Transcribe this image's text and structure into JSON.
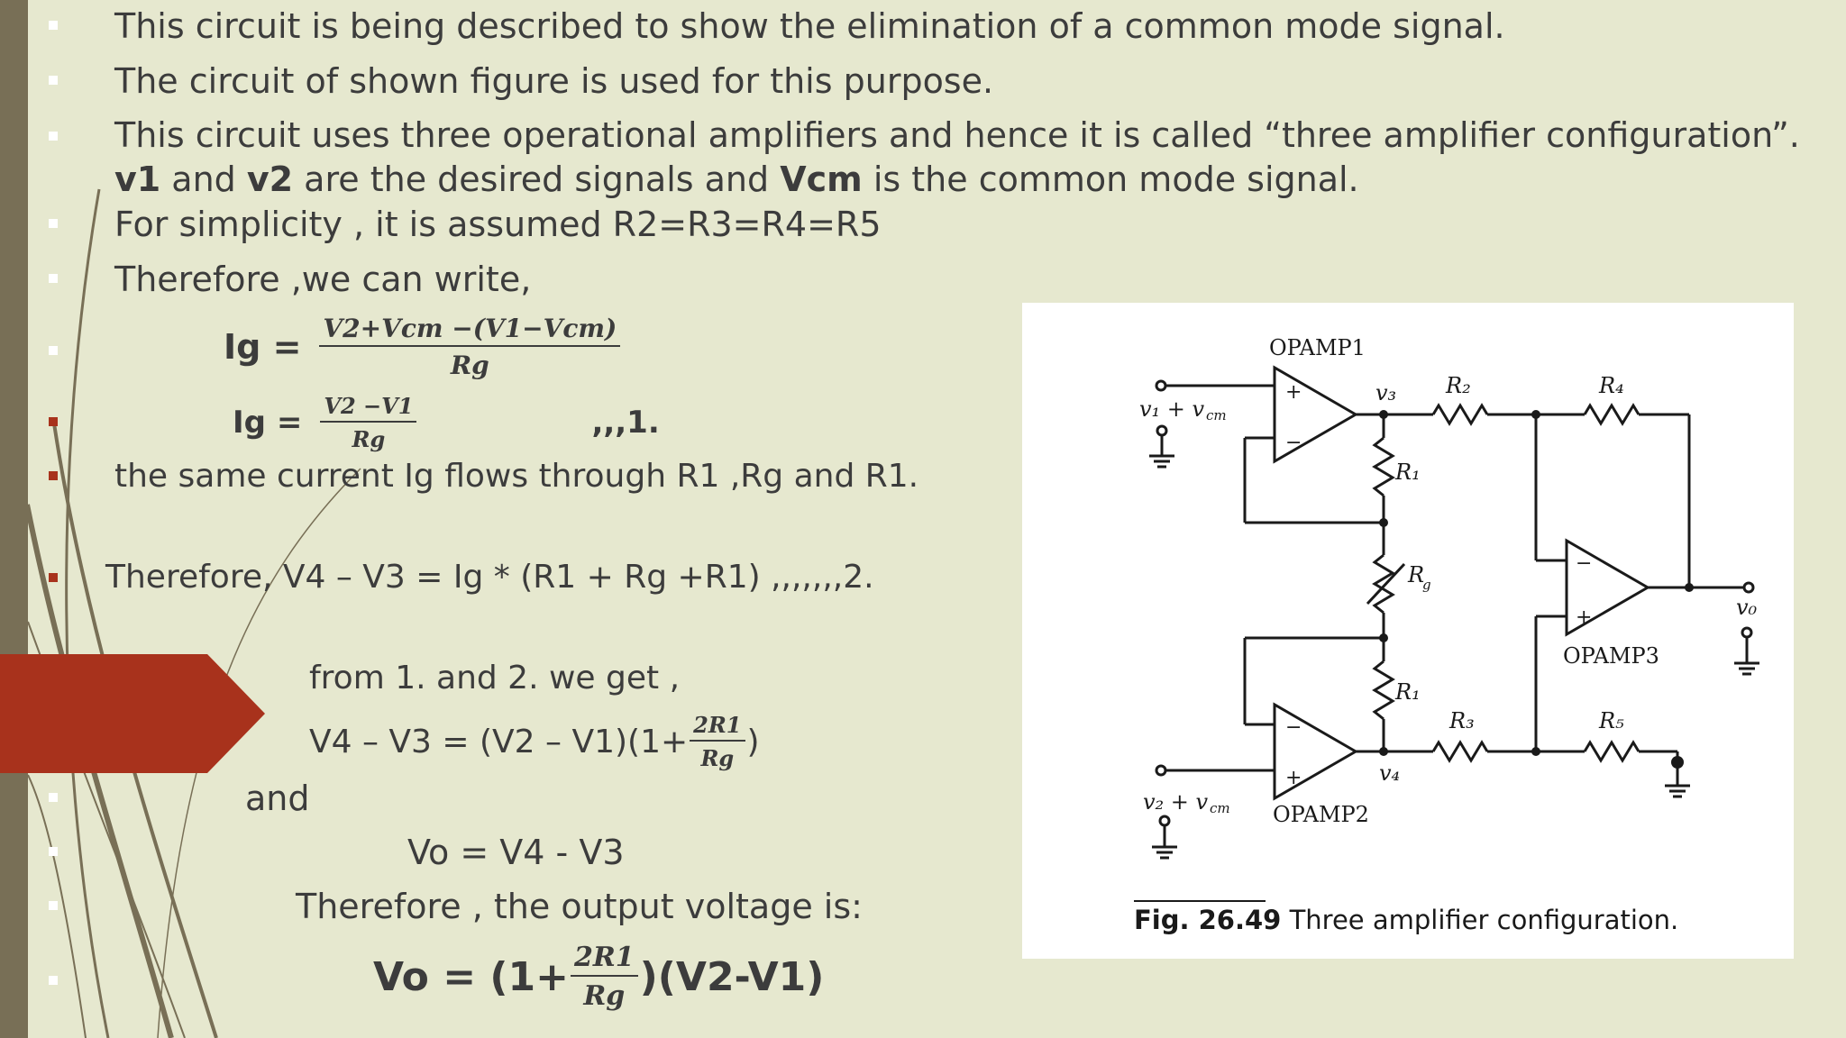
{
  "bullets_text": {
    "line1": "This circuit is being described to show the elimination of a common mode signal.",
    "line2": "The circuit of shown figure is used for this purpose.",
    "line3_part1": "This circuit uses three operational amplifiers and hence it is called “three amplifier configuration”. ",
    "line3_v1": "v1",
    "line3_part2": " and ",
    "line3_v2": "v2",
    "line3_part3": " are the desired signals and ",
    "line3_vcm": "Vcm",
    "line3_part4": " is the common mode signal.",
    "line4": "For simplicity , it is assumed  R2=R3=R4=R5",
    "line5": "Therefore ,we can write,",
    "line6": "the same current Ig flows through R1 ,Rg and R1.",
    "line7": "Therefore,  V4 – V3 = Ig * (R1 + Rg +R1)        ,,,,,,,2.",
    "line8": "from 1.  and 2.  we get ,",
    "line9_lhs": "V4 – V3 = (V2 – V1)(1+",
    "line9_close": ")",
    "line10": "and",
    "line11": "Vo = V4 - V3",
    "line12": "Therefore , the output voltage is:"
  },
  "equations": {
    "eq1_lhs": "Ig =",
    "eq1_num": "V2+Vcm −(V1−Vcm)",
    "eq1_den": "Rg",
    "eq2_lhs": "Ig =",
    "eq2_num": "V2 −V1",
    "eq2_den": "Rg",
    "eq2_tag": ",,,1.",
    "eq3_num": "2R1",
    "eq3_den": "Rg",
    "final_lhs": "Vo = (1+",
    "final_num": "2R1",
    "final_den": "Rg",
    "final_rhs": ")(V2-V1)"
  },
  "figure": {
    "caption_bold": "Fig. 26.49",
    "caption_text": " Three amplifier configuration.",
    "labels": {
      "opamp1": "OPAMP1",
      "opamp2": "OPAMP2",
      "opamp3": "OPAMP3",
      "in1": "v₁ + v",
      "in1_sub": "cm",
      "in2": "v₂ + v",
      "in2_sub": "cm",
      "v3": "v₃",
      "v4": "v₄",
      "vo": "v₀",
      "r1_top": "R₁",
      "r1_bot": "R₁",
      "rg": "R",
      "rg_sub": "g",
      "r2": "R₂",
      "r3": "R₃",
      "r4": "R₄",
      "r5": "R₅",
      "plus": "+",
      "minus": "−"
    }
  },
  "colors": {
    "background": "#e6e8cf",
    "left_bar": "#786f56",
    "accent_red": "#a8321c",
    "text": "#3c3c3c"
  }
}
